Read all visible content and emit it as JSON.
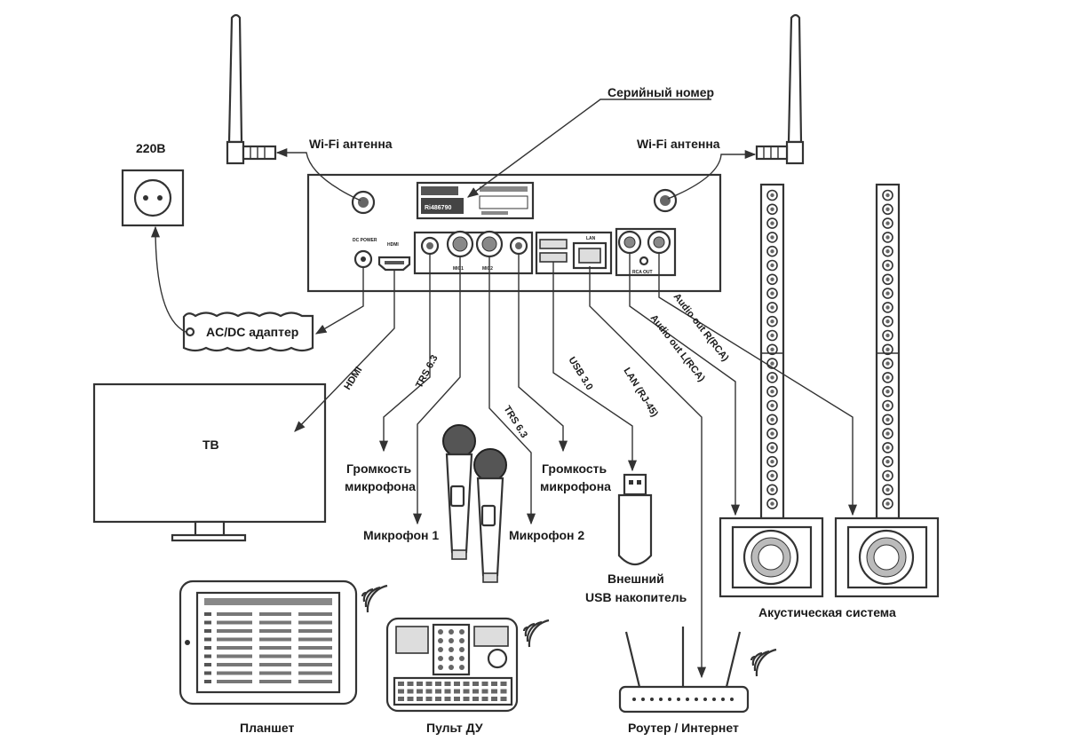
{
  "colors": {
    "line": "#333333",
    "bg": "#ffffff",
    "text": "#1a1a1a"
  },
  "labels": {
    "power_220": "220В",
    "wifi_left": "Wi-Fi антенна",
    "wifi_right": "Wi-Fi антенна",
    "serial": "Серийный номер",
    "adapter": "AC/DC адаптер",
    "tv": "ТВ",
    "hdmi": "HDMI",
    "trs1": "TRS 6.3",
    "trs2": "TRS 6.3",
    "usb30": "USB 3.0",
    "lan": "LAN (RJ-45)",
    "audio_l": "Audio out L(RCA)",
    "audio_r": "Audio out R(RCA)",
    "vol1_line1": "Громкость",
    "vol1_line2": "микрофона",
    "vol2_line1": "Громкость",
    "vol2_line2": "микрофона",
    "mic1": "Микрофон 1",
    "mic2": "Микрофон 2",
    "usb_line1": "Внешний",
    "usb_line2": "USB накопитель",
    "speakers": "Акустическая система",
    "tablet": "Планшет",
    "remote": "Пульт ДУ",
    "router": "Роутер / Интернет"
  },
  "panel": {
    "dc_power": "DC POWER",
    "hdmi": "HDMI",
    "mic1": "MIC1",
    "mic2": "MIC2",
    "lan": "LAN",
    "rca_out": "RCA OUT",
    "serial_value": "Ri486790"
  },
  "icons": [
    "wifi-signal-icon",
    "usb-symbol-icon",
    "speaker-icon",
    "antenna-icon",
    "power-socket-icon"
  ]
}
